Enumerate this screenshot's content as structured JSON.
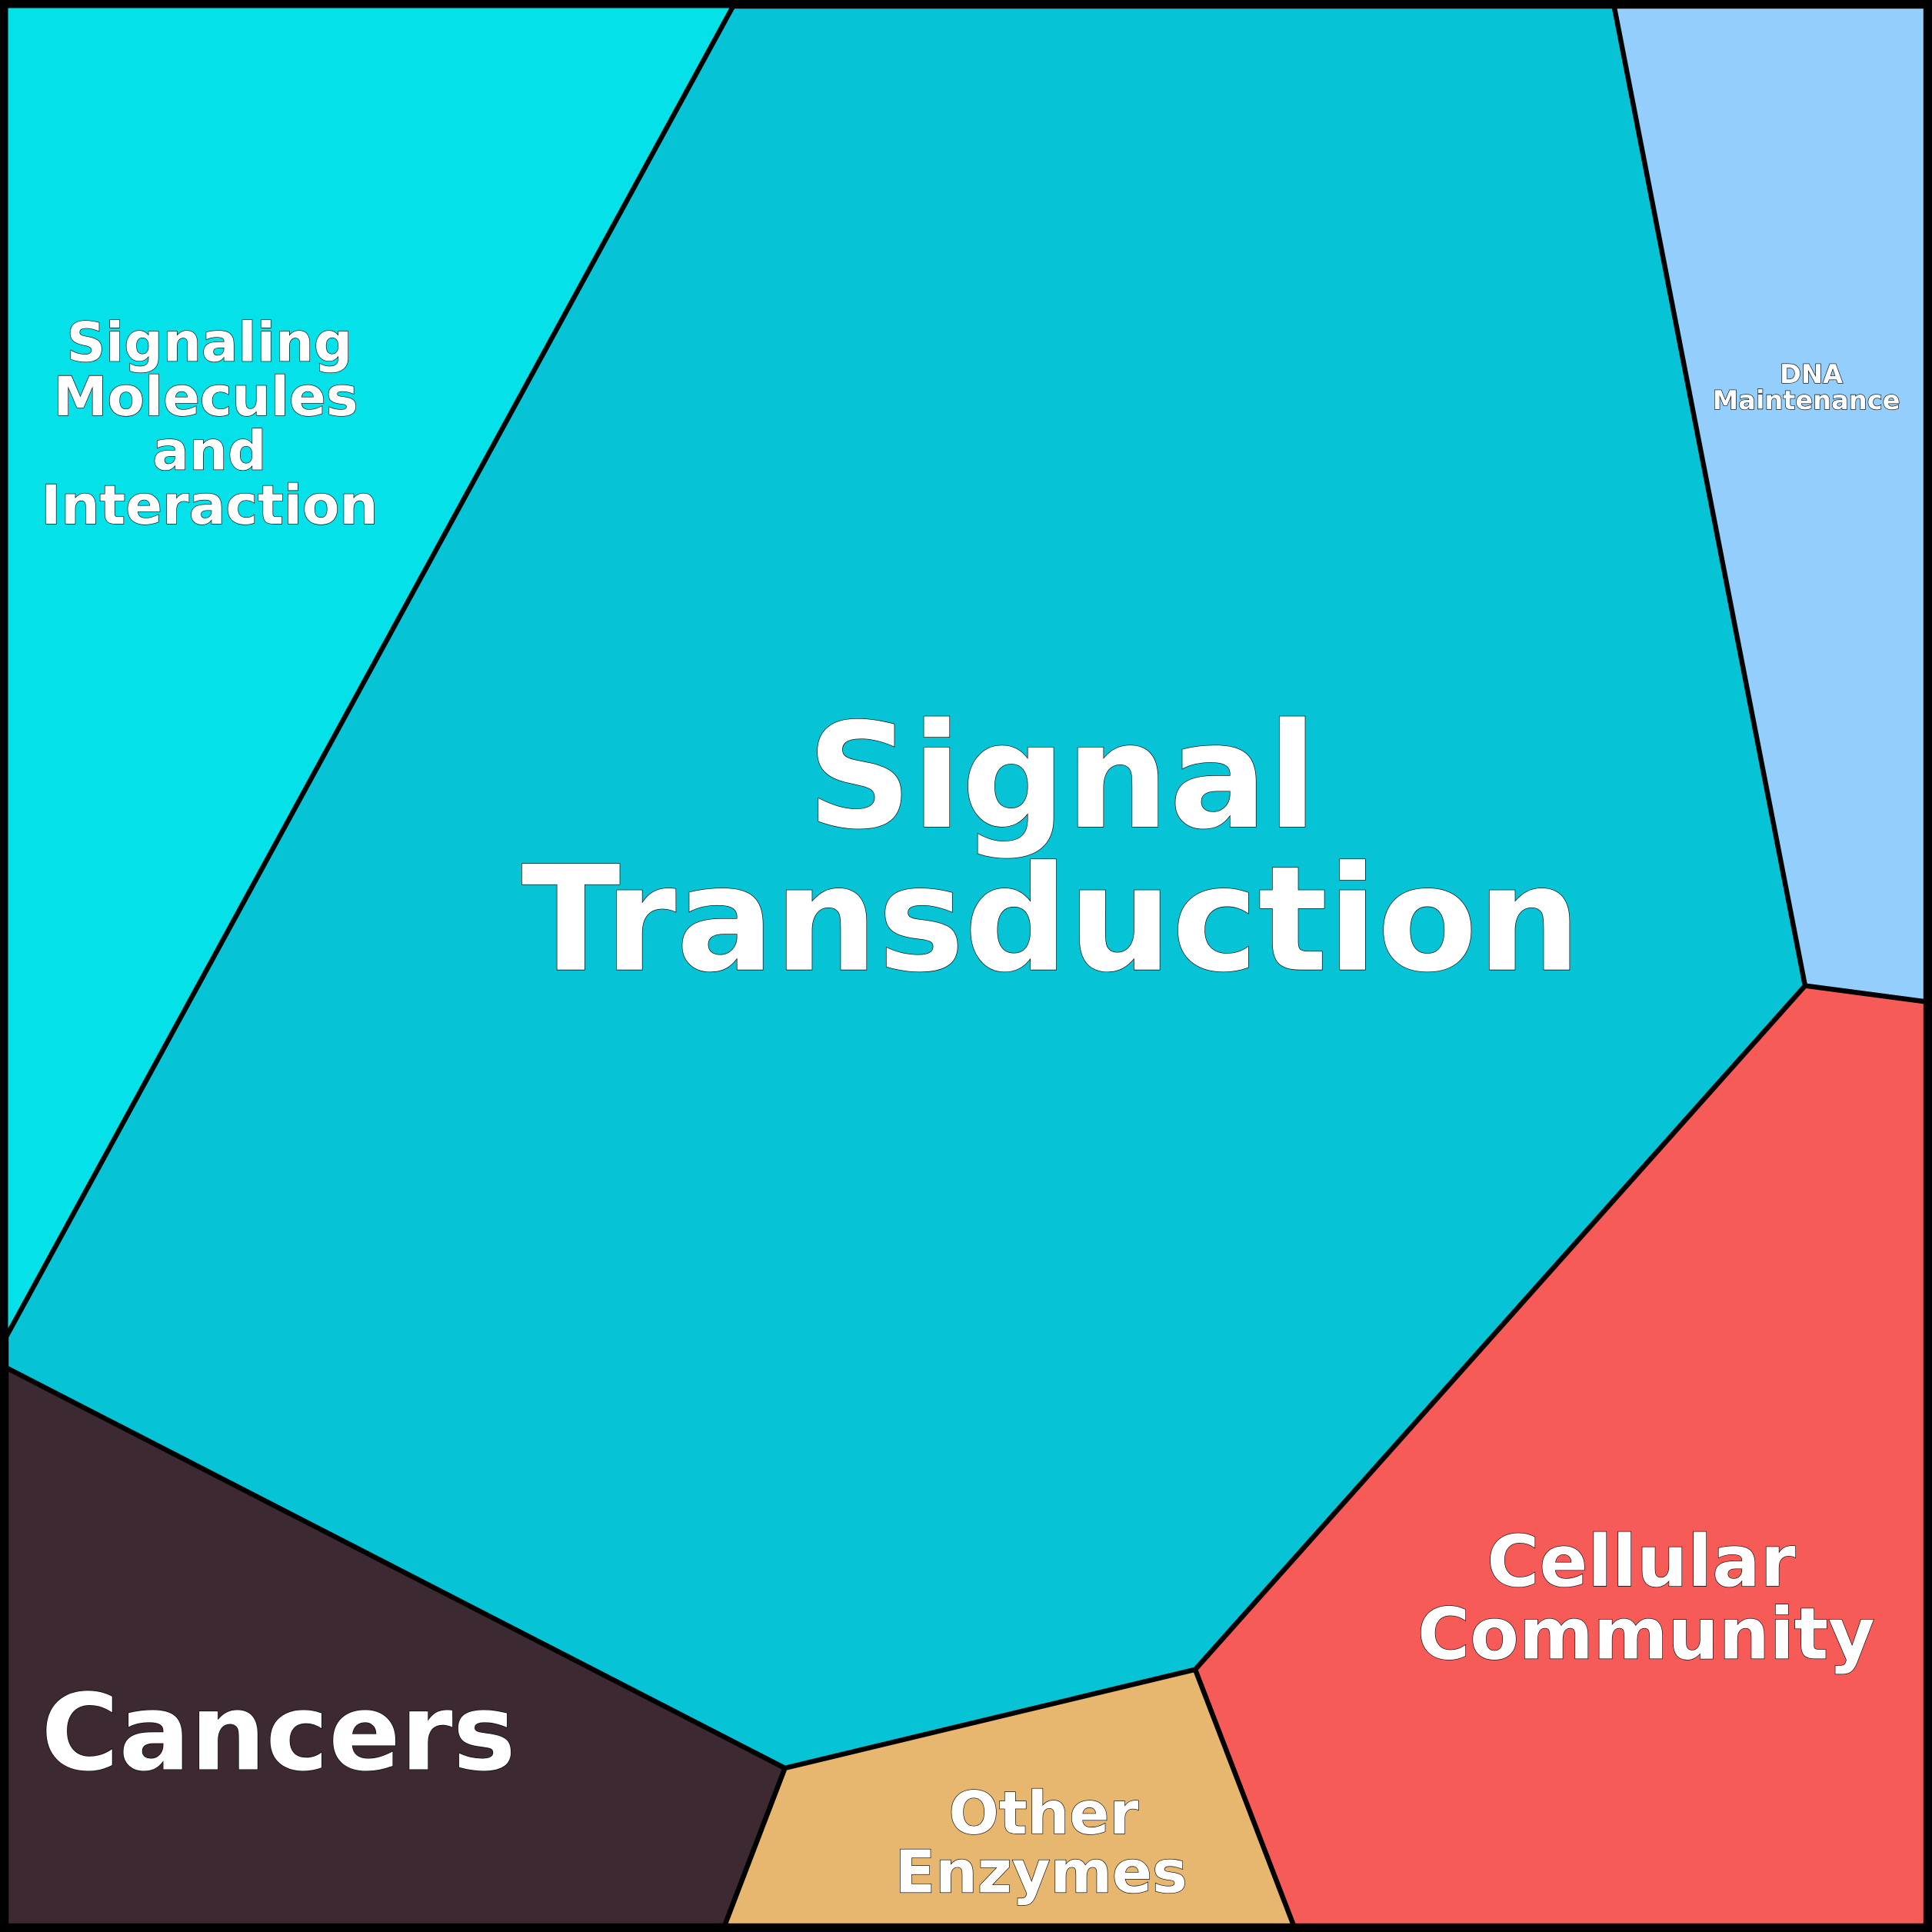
{
  "title": "Voronoi treemap of pathway categories",
  "colors": {
    "signaling_molecules": "#05E1E8",
    "signal_transduction": "#06C4D6",
    "dna_maintenance": "#93CEFC",
    "cellular_community": "#F65B58",
    "other_enzymes": "#E7B76F",
    "cancers": "#3C2932",
    "border": "#000000"
  },
  "cells": {
    "signaling_molecules": {
      "lines": [
        "Signaling",
        "Molecules",
        "and",
        "Interaction"
      ]
    },
    "signal_transduction": {
      "lines": [
        "Signal",
        "Transduction"
      ]
    },
    "dna_maintenance": {
      "lines": [
        "DNA",
        "Maintenance"
      ]
    },
    "cellular_community": {
      "lines": [
        "Cellular",
        "Community"
      ]
    },
    "other_enzymes": {
      "lines": [
        "Other",
        "Enzymes"
      ]
    },
    "cancers": {
      "lines": [
        "Cancers"
      ]
    }
  }
}
